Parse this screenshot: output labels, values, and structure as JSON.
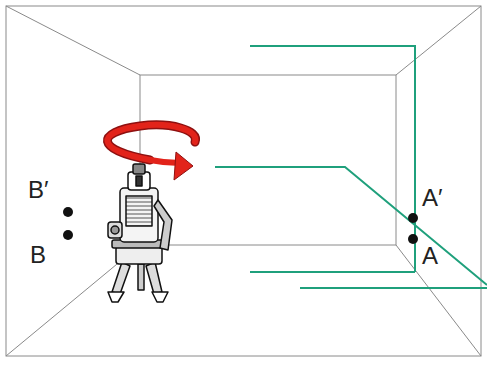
{
  "diagram": {
    "labels": [
      "B′",
      "B",
      "A′",
      "A"
    ]
  }
}
